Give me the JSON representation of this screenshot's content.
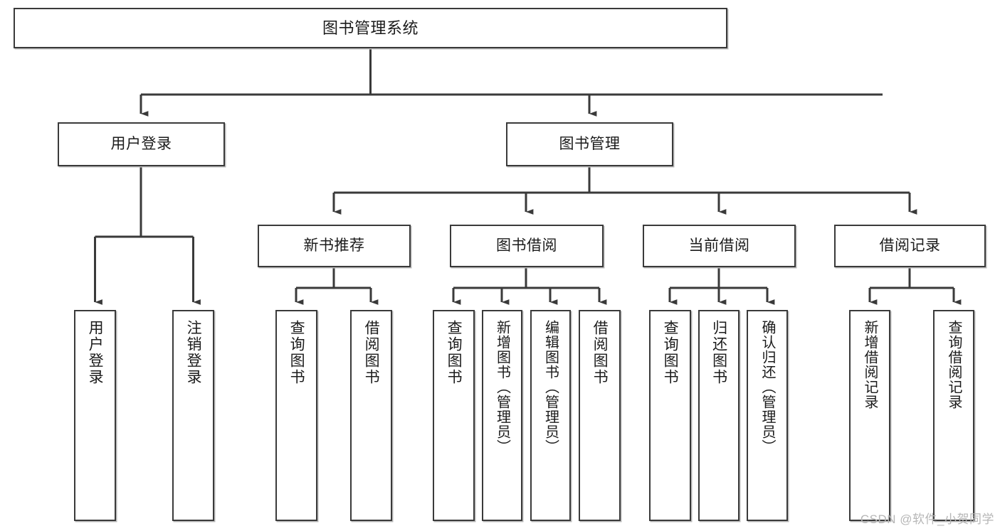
{
  "diagram": {
    "title": "图书管理系统",
    "type": "tree-hierarchy-chart",
    "watermark": "CSDN @软件_小贺同学",
    "colors": {
      "box_border": "#3a3a3a",
      "box_fill": "#ffffff",
      "connector": "#3a3a3a",
      "text": "#1b1b1b",
      "watermark": "#b6b6b6"
    },
    "nodes": {
      "root": {
        "label": "图书管理系统"
      },
      "level2": [
        {
          "id": "user-login",
          "label": "用户登录"
        },
        {
          "id": "book-management",
          "label": "图书管理"
        }
      ],
      "level3": [
        {
          "id": "new-book-recommend",
          "label": "新书推荐"
        },
        {
          "id": "book-borrow",
          "label": "图书借阅"
        },
        {
          "id": "current-borrow",
          "label": "当前借阅"
        },
        {
          "id": "borrow-record",
          "label": "借阅记录"
        }
      ],
      "leaves": {
        "user_login": [
          {
            "id": "leaf-user-login",
            "label": "用户登录"
          },
          {
            "id": "leaf-logout-login",
            "label": "注销登录"
          }
        ],
        "new_book_recommend": [
          {
            "id": "leaf-query-book-1",
            "label": "查询图书"
          },
          {
            "id": "leaf-borrow-book-1",
            "label": "借阅图书"
          }
        ],
        "book_borrow": [
          {
            "id": "leaf-query-book-2",
            "label": "查询图书"
          },
          {
            "id": "leaf-add-book",
            "label": "新增图书（管理员）"
          },
          {
            "id": "leaf-edit-book",
            "label": "编辑图书（管理员）"
          },
          {
            "id": "leaf-borrow-book-2",
            "label": "借阅图书"
          }
        ],
        "current_borrow": [
          {
            "id": "leaf-query-book-3",
            "label": "查询图书"
          },
          {
            "id": "leaf-return-book",
            "label": "归还图书"
          },
          {
            "id": "leaf-confirm-return",
            "label": "确认归还（管理员）"
          }
        ],
        "borrow_record": [
          {
            "id": "leaf-add-record",
            "label": "新增借阅记录"
          },
          {
            "id": "leaf-query-record",
            "label": "查询借阅记录"
          }
        ]
      }
    }
  }
}
